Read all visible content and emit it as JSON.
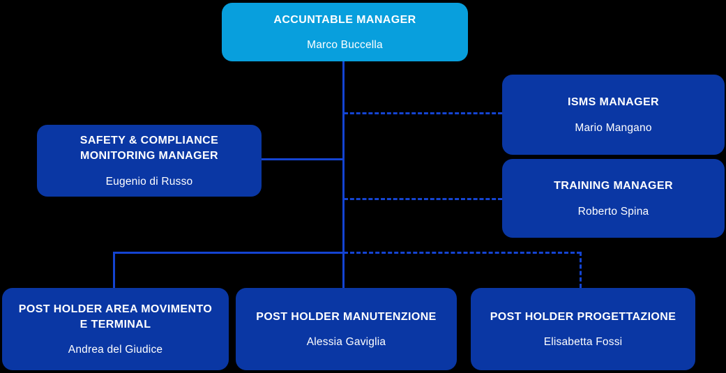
{
  "colors": {
    "background": "#000000",
    "accent_light": "#089fdd",
    "accent_dark": "#0a37a4",
    "line": "#1444d2",
    "text": "#ffffff"
  },
  "org_chart": {
    "nodes": {
      "accountable": {
        "title": "ACCUNTABLE MANAGER",
        "name": "Marco Buccella"
      },
      "isms": {
        "title": "ISMS MANAGER",
        "name": "Mario Mangano"
      },
      "training": {
        "title": "TRAINING MANAGER",
        "name": "Roberto Spina"
      },
      "safety": {
        "title": "SAFETY & COMPLIANCE MONITORING MANAGER",
        "name": "Eugenio di Russo"
      },
      "post_holder_movimento": {
        "title": "POST HOLDER AREA MOVIMENTO E TERMINAL",
        "name": "Andrea del Giudice"
      },
      "post_holder_manutenzione": {
        "title": "POST HOLDER MANUTENZIONE",
        "name": "Alessia Gaviglia"
      },
      "post_holder_progettazione": {
        "title": "POST HOLDER PROGETTAZIONE",
        "name": "Elisabetta Fossi"
      }
    },
    "connectors": [
      {
        "from": "accountable",
        "to": "post_holder_manutenzione",
        "style": "solid"
      },
      {
        "from": "accountable",
        "to": "isms",
        "style": "dashed"
      },
      {
        "from": "safety",
        "to": "accountable",
        "style": "solid"
      },
      {
        "from": "accountable",
        "to": "training",
        "style": "dashed"
      },
      {
        "from": "accountable",
        "to": "post_holder_movimento",
        "style": "solid"
      },
      {
        "from": "accountable",
        "to": "post_holder_progettazione",
        "style": "dashed"
      }
    ]
  }
}
